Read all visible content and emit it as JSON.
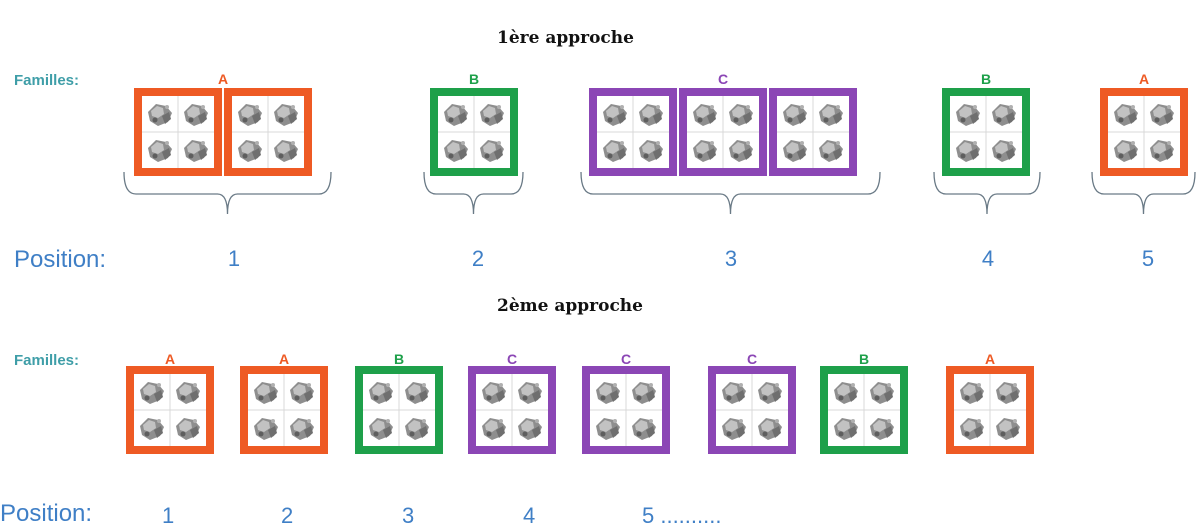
{
  "colors": {
    "A": "#ee5a24",
    "B": "#1ea04a",
    "C": "#8b46b5"
  },
  "approach1": {
    "title": "1ère approche",
    "families_label": "Familles:",
    "position_label": "Position:",
    "groups": [
      {
        "family": "A",
        "letter": "A",
        "count": 2,
        "position": "1"
      },
      {
        "family": "B",
        "letter": "B",
        "count": 1,
        "position": "2"
      },
      {
        "family": "C",
        "letter": "C",
        "count": 3,
        "position": "3"
      },
      {
        "family": "B",
        "letter": "B",
        "count": 1,
        "position": "4"
      },
      {
        "family": "A",
        "letter": "A",
        "count": 1,
        "position": "5"
      }
    ]
  },
  "approach2": {
    "title": "2ème approche",
    "families_label": "Familles:",
    "position_label": "Position:",
    "boxes": [
      {
        "family": "A",
        "letter": "A"
      },
      {
        "family": "A",
        "letter": "A"
      },
      {
        "family": "B",
        "letter": "B"
      },
      {
        "family": "C",
        "letter": "C"
      },
      {
        "family": "C",
        "letter": "C"
      },
      {
        "family": "C",
        "letter": "C"
      },
      {
        "family": "B",
        "letter": "B"
      },
      {
        "family": "A",
        "letter": "A"
      }
    ],
    "positions": [
      "1",
      "2",
      "3",
      "4",
      "5 .........."
    ]
  }
}
